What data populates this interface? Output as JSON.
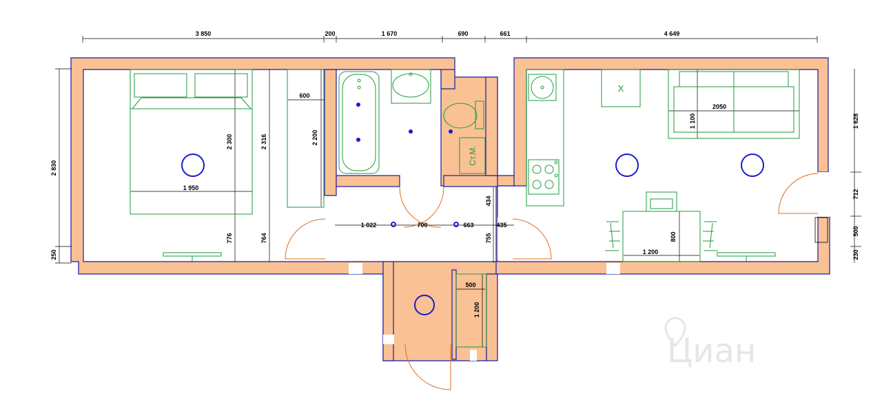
{
  "dimensions": {
    "top": [
      "3 850",
      "200",
      "1 670",
      "690",
      "661",
      "4 649"
    ],
    "left": [
      "2 830",
      "250"
    ],
    "right": [
      "1 628",
      "712",
      "500",
      "230"
    ],
    "bedroom": {
      "bed_width": "1 950",
      "bed_length": "2 300",
      "room_depth": "2 316",
      "lower_a": "776",
      "lower_b": "764"
    },
    "wardrobe": {
      "depth": "600",
      "length": "2 200"
    },
    "corridor": {
      "seg1": "1 022",
      "seg2": "700",
      "seg3": "663",
      "seg4": "435",
      "v1": "434",
      "v2": "755"
    },
    "hall_closet": {
      "width": "500",
      "length": "1 200"
    },
    "living": {
      "sofa_width": "2050",
      "sofa_depth": "1 100",
      "table_width": "1 200",
      "table_depth": "800"
    }
  },
  "labels": {
    "riser": "Ст.М.",
    "cross": "X"
  },
  "watermark": "Циан",
  "colors": {
    "wall_fill": "#f9c194",
    "wall_stroke": "#1a1aa6",
    "furniture": "#1d9a3c",
    "door": "#e26a1c",
    "lamp": "#1a1ac8"
  }
}
